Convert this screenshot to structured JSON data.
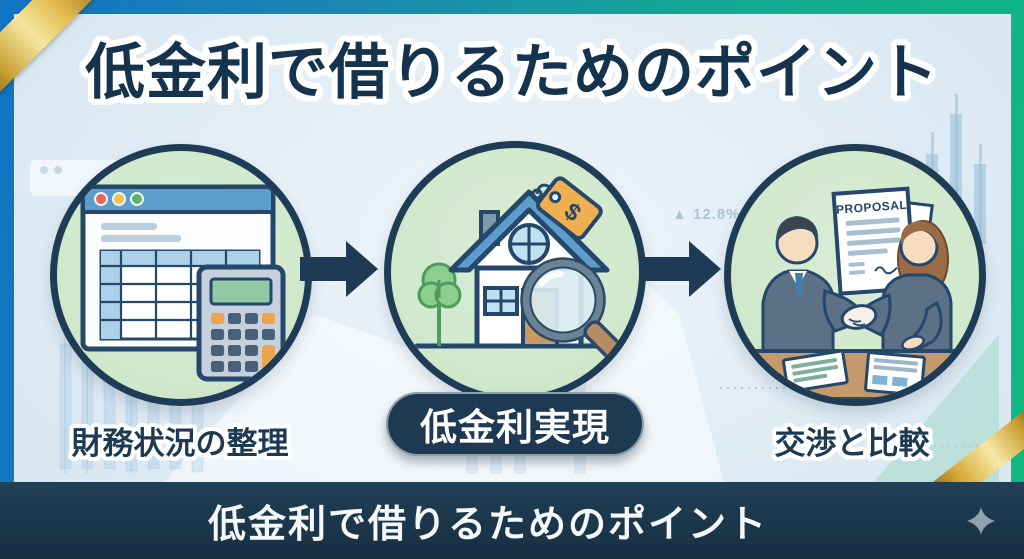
{
  "header": {
    "title": "低金利で借りるためのポイント"
  },
  "footer": {
    "title": "低金利で借りるためのポイント",
    "sparkle_icon": "four-point-star"
  },
  "background": {
    "watermark": "▲ 12.8%"
  },
  "steps": [
    {
      "id": "organize-finances",
      "label": "財務状況の整理",
      "icon": "spreadsheet-calculator-icon"
    },
    {
      "id": "achieve-low-rate",
      "label": "低金利実現",
      "icon": "house-price-tag-magnifier-icon"
    },
    {
      "id": "negotiate-compare",
      "label": "交渉と比較",
      "icon": "handshake-proposal-icon",
      "document_title": "PROPOSAL"
    }
  ],
  "colors": {
    "frame_blue": "#1173c3",
    "frame_green": "#10b97e",
    "navy": "#1e3a52",
    "panel_blue": "#dfeaf3",
    "circle_green": "#cfe8cb",
    "gold": "#e3bd4e",
    "tag_orange": "#f0b052",
    "text_white": "#ffffff"
  }
}
